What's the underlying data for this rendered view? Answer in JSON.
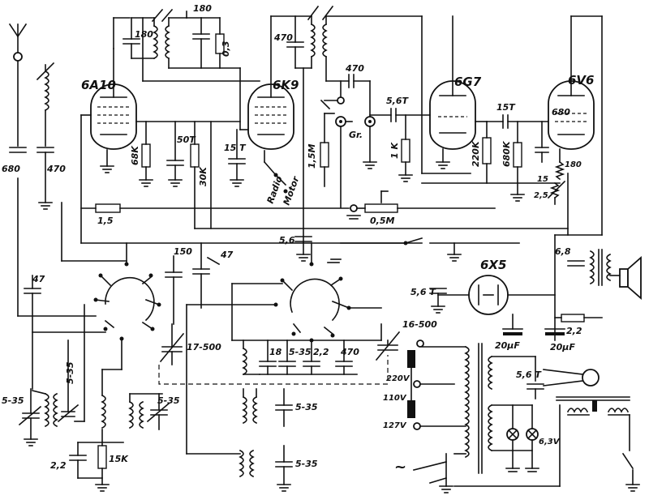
{
  "tubes": [
    {
      "id": "6A10",
      "label": "6A10"
    },
    {
      "id": "6K9",
      "label": "6K9"
    },
    {
      "id": "6G7",
      "label": "6G7"
    },
    {
      "id": "6V6",
      "label": "6V6"
    },
    {
      "id": "6X5",
      "label": "6X5"
    }
  ],
  "components": {
    "c_ant_680": "680",
    "c_ant_470": "470",
    "c_180a": "180",
    "c_180b": "180",
    "r_03": "0,3",
    "c_470_top": "470",
    "c_470_det": "470",
    "c_56T": "5,6T",
    "c_15T_a": "15T",
    "c_680_a": "680",
    "r_68K": "68K",
    "c_50T": "50T",
    "r_30K": "30K",
    "c_15T_b": "15 T",
    "r_15M": "1,5M",
    "r_1K": "1 K",
    "r_220K": "220K",
    "r_680K": "680K",
    "r_15": "15",
    "r_180": "180",
    "r_25": "2,5",
    "r_15b": "1,5",
    "r_05M": "0,5M",
    "c_56_mid": "5,6",
    "c_150": "150",
    "c_47_mid": "47",
    "c_47_left": "47",
    "c_5_35_a": "5-35",
    "c_5_35_b": "5-35",
    "c_5_35_c": "5-35",
    "c_5_35_d": "5-35",
    "c_5_35_e": "5-35",
    "c_5_35_f": "5-35",
    "c_22_a": "2,2",
    "r_15K": "15K",
    "c_17_500": "17-500",
    "c_18": "18",
    "c_22_b": "2,2",
    "c_470_band": "470",
    "c_16_500": "16-500",
    "c_68": "6,8",
    "c_56T_b": "5,6 T",
    "c_20uF_a": "20µF",
    "c_20uF_b": "20µF",
    "r_22": "2,2",
    "c_56T_c": "5,6 T",
    "v_220": "220V",
    "v_110": "110V",
    "v_127": "127V",
    "v_63": "6,3V"
  },
  "labels": {
    "gr": "Gr.",
    "radio": "Radio",
    "motor": "Motor",
    "ac": "~"
  }
}
